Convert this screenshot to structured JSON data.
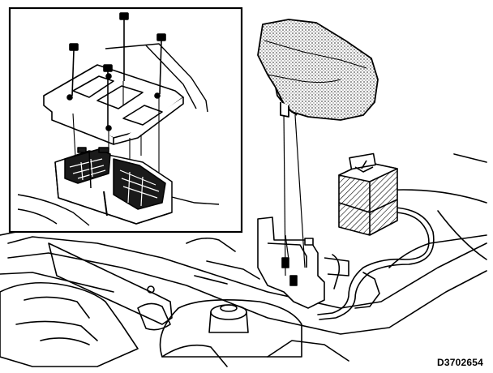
{
  "figure": {
    "code": "D3702654"
  },
  "colors": {
    "line": "#000000",
    "paper": "#ffffff",
    "stipple": "#6e6e6e",
    "dark_fill": "#1a1a1a"
  },
  "components": [
    {
      "name": "bolt-icon",
      "count": 4
    },
    {
      "name": "bracket-plate",
      "count": 1
    },
    {
      "name": "junction-block",
      "count": 1
    },
    {
      "name": "cover",
      "count": 1
    },
    {
      "name": "relay-box",
      "count": 1
    },
    {
      "name": "wire-harness",
      "count": 1
    }
  ]
}
